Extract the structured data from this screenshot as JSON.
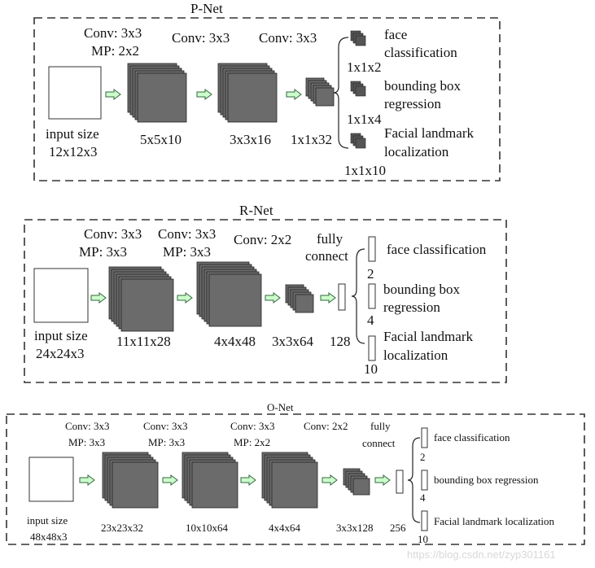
{
  "pnet": {
    "title": "P-Net",
    "conv1": "Conv: 3x3",
    "mp1": "MP: 2x2",
    "conv2": "Conv: 3x3",
    "conv3": "Conv: 3x3",
    "input": "input size",
    "input_dims": "12x12x3",
    "dim1": "5x5x10",
    "dim2": "3x3x16",
    "dim3": "1x1x32",
    "out1_label": "face",
    "out1_label2": "classification",
    "out1_size": "1x1x2",
    "out2_label": "bounding box",
    "out2_label2": "regression",
    "out2_size": "1x1x4",
    "out3_label": "Facial landmark",
    "out3_label2": "localization",
    "out3_size": "1x1x10"
  },
  "rnet": {
    "title": "R-Net",
    "conv1": "Conv: 3x3",
    "mp1": "MP: 3x3",
    "conv2": "Conv: 3x3",
    "mp2": "MP: 3x3",
    "conv3": "Conv: 2x2",
    "fc1": "fully",
    "fc2": "connect",
    "input": "input size",
    "input_dims": "24x24x3",
    "dim1": "11x11x28",
    "dim2": "4x4x48",
    "dim3": "3x3x64",
    "fc_size": "128",
    "out1_label": "face classification",
    "out1_size": "2",
    "out2_label": "bounding box",
    "out2_label2": "regression",
    "out2_size": "4",
    "out3_label": "Facial landmark",
    "out3_label2": "localization",
    "out3_size": "10"
  },
  "onet": {
    "title": "O-Net",
    "conv1": "Conv: 3x3",
    "mp1": "MP: 3x3",
    "conv2": "Conv: 3x3",
    "mp2": "MP: 3x3",
    "conv3": "Conv: 3x3",
    "mp3": "MP: 2x2",
    "conv4": "Conv: 2x2",
    "fc1": "fully",
    "fc2": "connect",
    "input": "input size",
    "input_dims": "48x48x3",
    "dim1": "23x23x32",
    "dim2": "10x10x64",
    "dim3": "4x4x64",
    "dim4": "3x3x128",
    "fc_size": "256",
    "out1_label": "face classification",
    "out1_size": "2",
    "out2_label": "bounding box regression",
    "out2_size": "4",
    "out3_label": "Facial landmark localization",
    "out3_size": "10"
  },
  "watermark": "https://blog.csdn.net/zyp301161",
  "colors": {
    "layer": "#6b6b6b",
    "arrow_fill": "#ccffcc",
    "arrow_stroke": "#33663d"
  }
}
